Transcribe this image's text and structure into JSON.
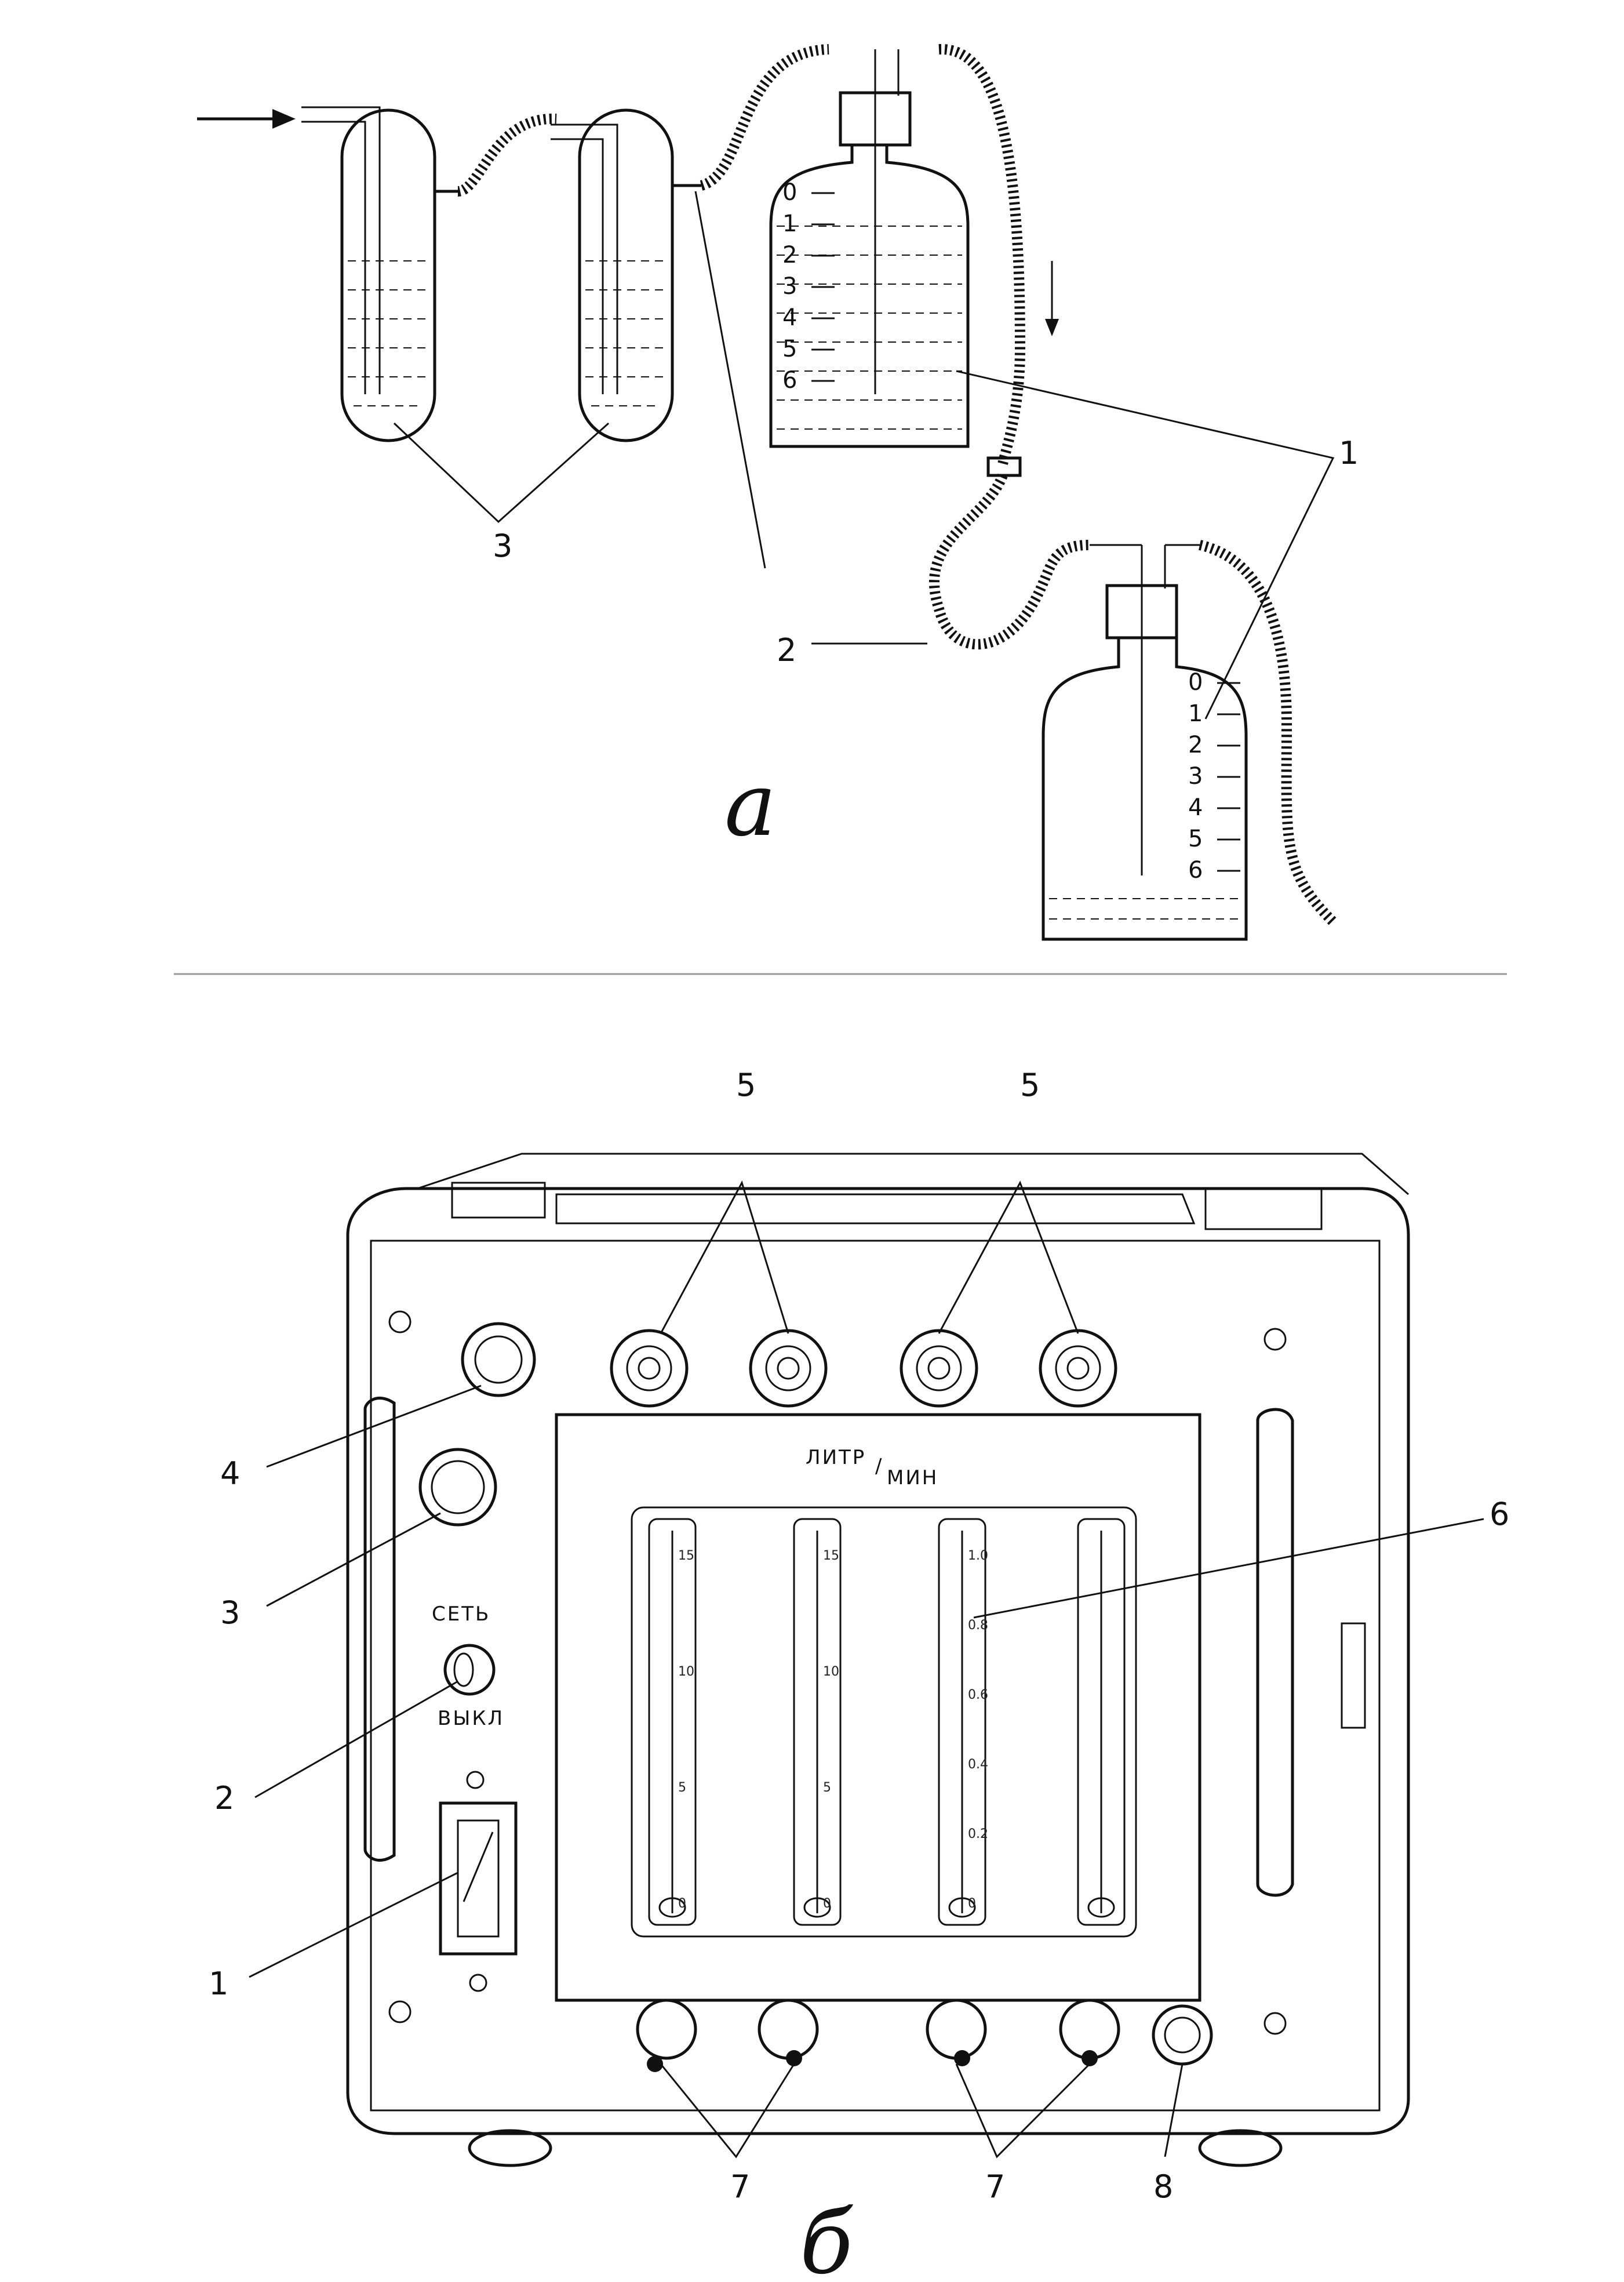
{
  "part_a": {
    "sub_label": "а",
    "callouts": {
      "one": "1",
      "two": "2",
      "three": "3"
    },
    "bottle_scale": [
      "0",
      "1",
      "2",
      "3",
      "4",
      "5",
      "6"
    ]
  },
  "part_b": {
    "sub_label": "б",
    "panel_title_left": "ЛИТР",
    "panel_title_right": "МИН",
    "switch_top": "СЕТЬ",
    "switch_bottom": "ВЫКЛ",
    "callouts": {
      "one": "1",
      "two": "2",
      "three": "3",
      "four": "4",
      "five_a": "5",
      "five_b": "5",
      "six": "6",
      "seven_a": "7",
      "seven_b": "7",
      "eight": "8"
    },
    "tube1_scale": [
      "15",
      "10",
      "5",
      "0"
    ],
    "tube2_scale": [
      "15",
      "10",
      "5",
      "0"
    ],
    "tube3_scale": [
      "1.0",
      "0.8",
      "0.6",
      "0.4",
      "0.2",
      "0"
    ]
  }
}
